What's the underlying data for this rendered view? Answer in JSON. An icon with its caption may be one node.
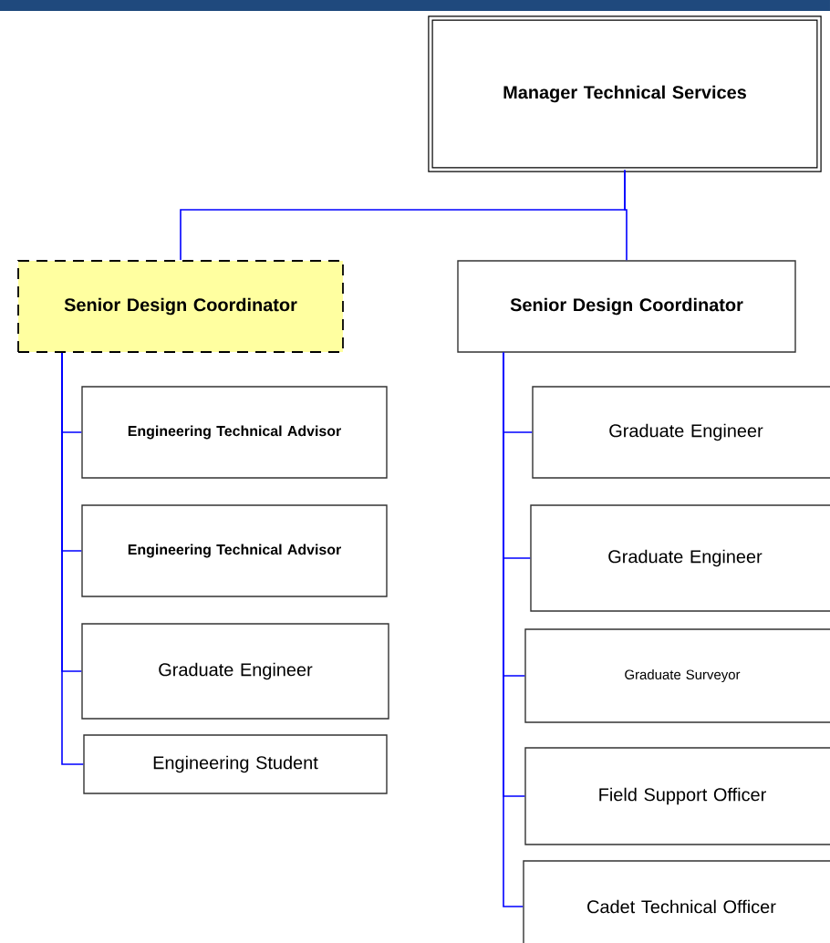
{
  "diagram": {
    "nodes": [
      {
        "text": [
          "Manager Technical Services"
        ]
      },
      {
        "text": [
          "Senior Design Coordinator"
        ]
      },
      {
        "text": [
          "Senior Design Coordinator"
        ]
      },
      {
        "text": [
          "Engineering Technical Advisor"
        ]
      },
      {
        "text": [
          "Engineering Technical Advisor"
        ]
      },
      {
        "text": [
          "Graduate Engineer"
        ]
      },
      {
        "text": [
          "Engineering Student"
        ]
      },
      {
        "text": [
          "Graduate Engineer"
        ]
      },
      {
        "text": [
          "Graduate Engineer"
        ]
      },
      {
        "text": [
          "Graduate Surveyor"
        ]
      },
      {
        "text": [
          "Field Support Officer"
        ]
      },
      {
        "text": [
          "Cadet Technical Officer"
        ]
      }
    ],
    "edges": [
      {
        "from": 0,
        "to": 1,
        "arrow": "none"
      },
      {
        "from": 0,
        "to": 2,
        "arrow": "none"
      },
      {
        "from": 1,
        "to": 3,
        "arrow": "none"
      },
      {
        "from": 1,
        "to": 4,
        "arrow": "none"
      },
      {
        "from": 1,
        "to": 5,
        "arrow": "none"
      },
      {
        "from": 1,
        "to": 6,
        "arrow": "none"
      },
      {
        "from": 2,
        "to": 7,
        "arrow": "none"
      },
      {
        "from": 2,
        "to": 8,
        "arrow": "none"
      },
      {
        "from": 2,
        "to": 9,
        "arrow": "none"
      },
      {
        "from": 2,
        "to": 10,
        "arrow": "none"
      },
      {
        "from": 2,
        "to": 11,
        "arrow": "none"
      }
    ]
  }
}
